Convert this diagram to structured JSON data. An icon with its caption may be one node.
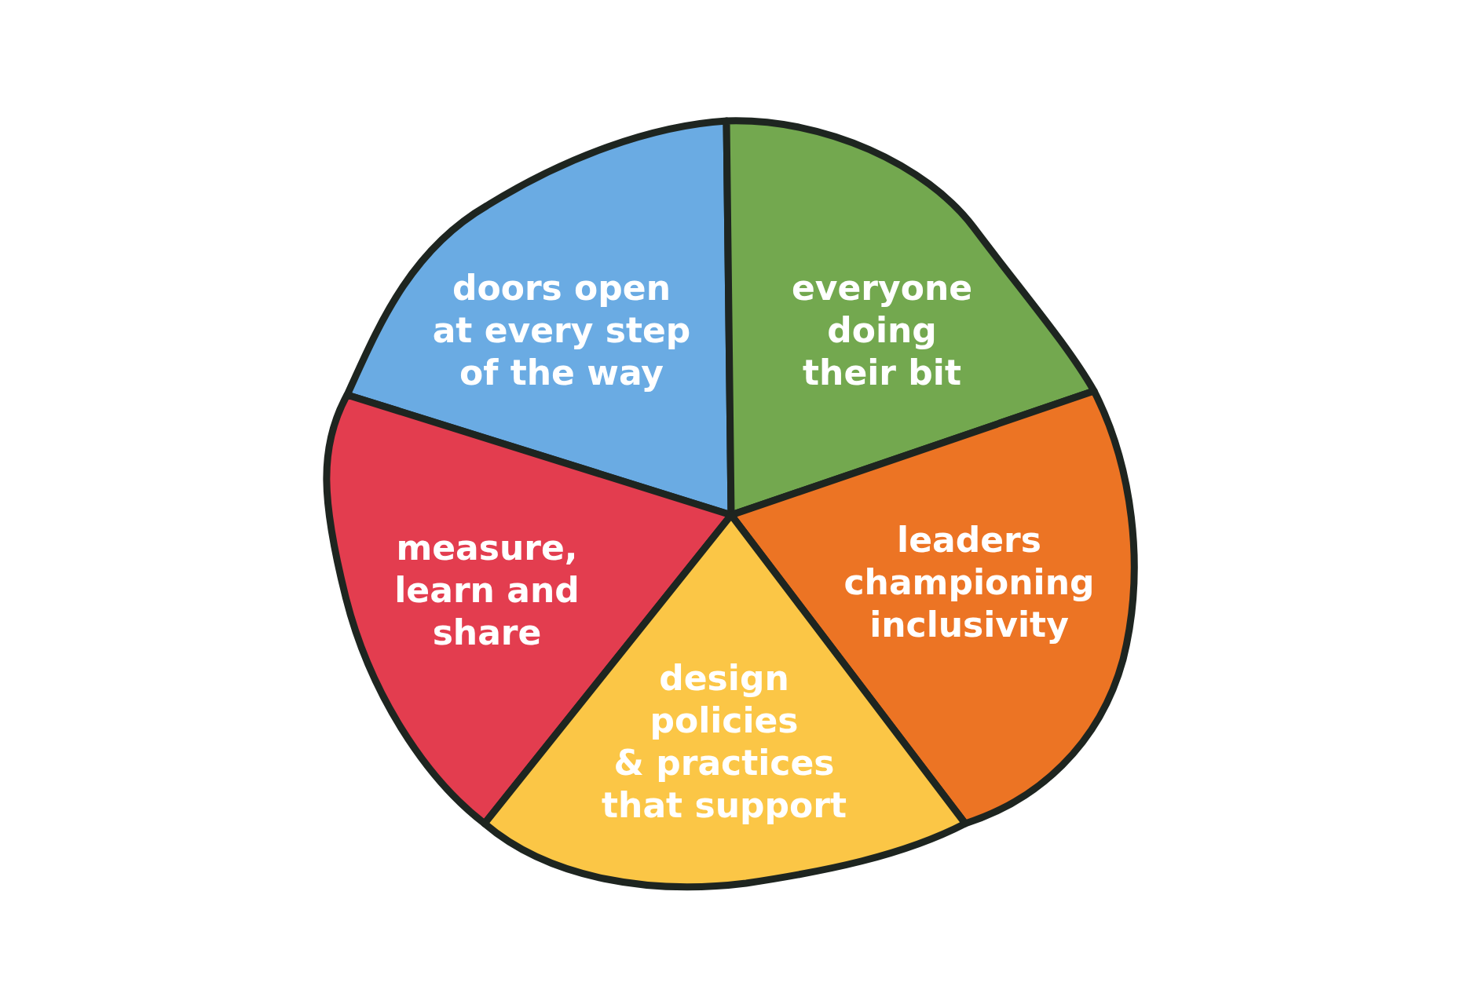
{
  "diagram": {
    "nodes": [
      {
        "text": [
          "doors open at every step of the way"
        ]
      },
      {
        "text": [
          "everyone doing their bit"
        ]
      },
      {
        "text": [
          "measure, learn and share"
        ]
      },
      {
        "text": [
          "leaders championing inclusivity"
        ]
      },
      {
        "text": [
          "design policies & practices that support"
        ]
      }
    ]
  }
}
